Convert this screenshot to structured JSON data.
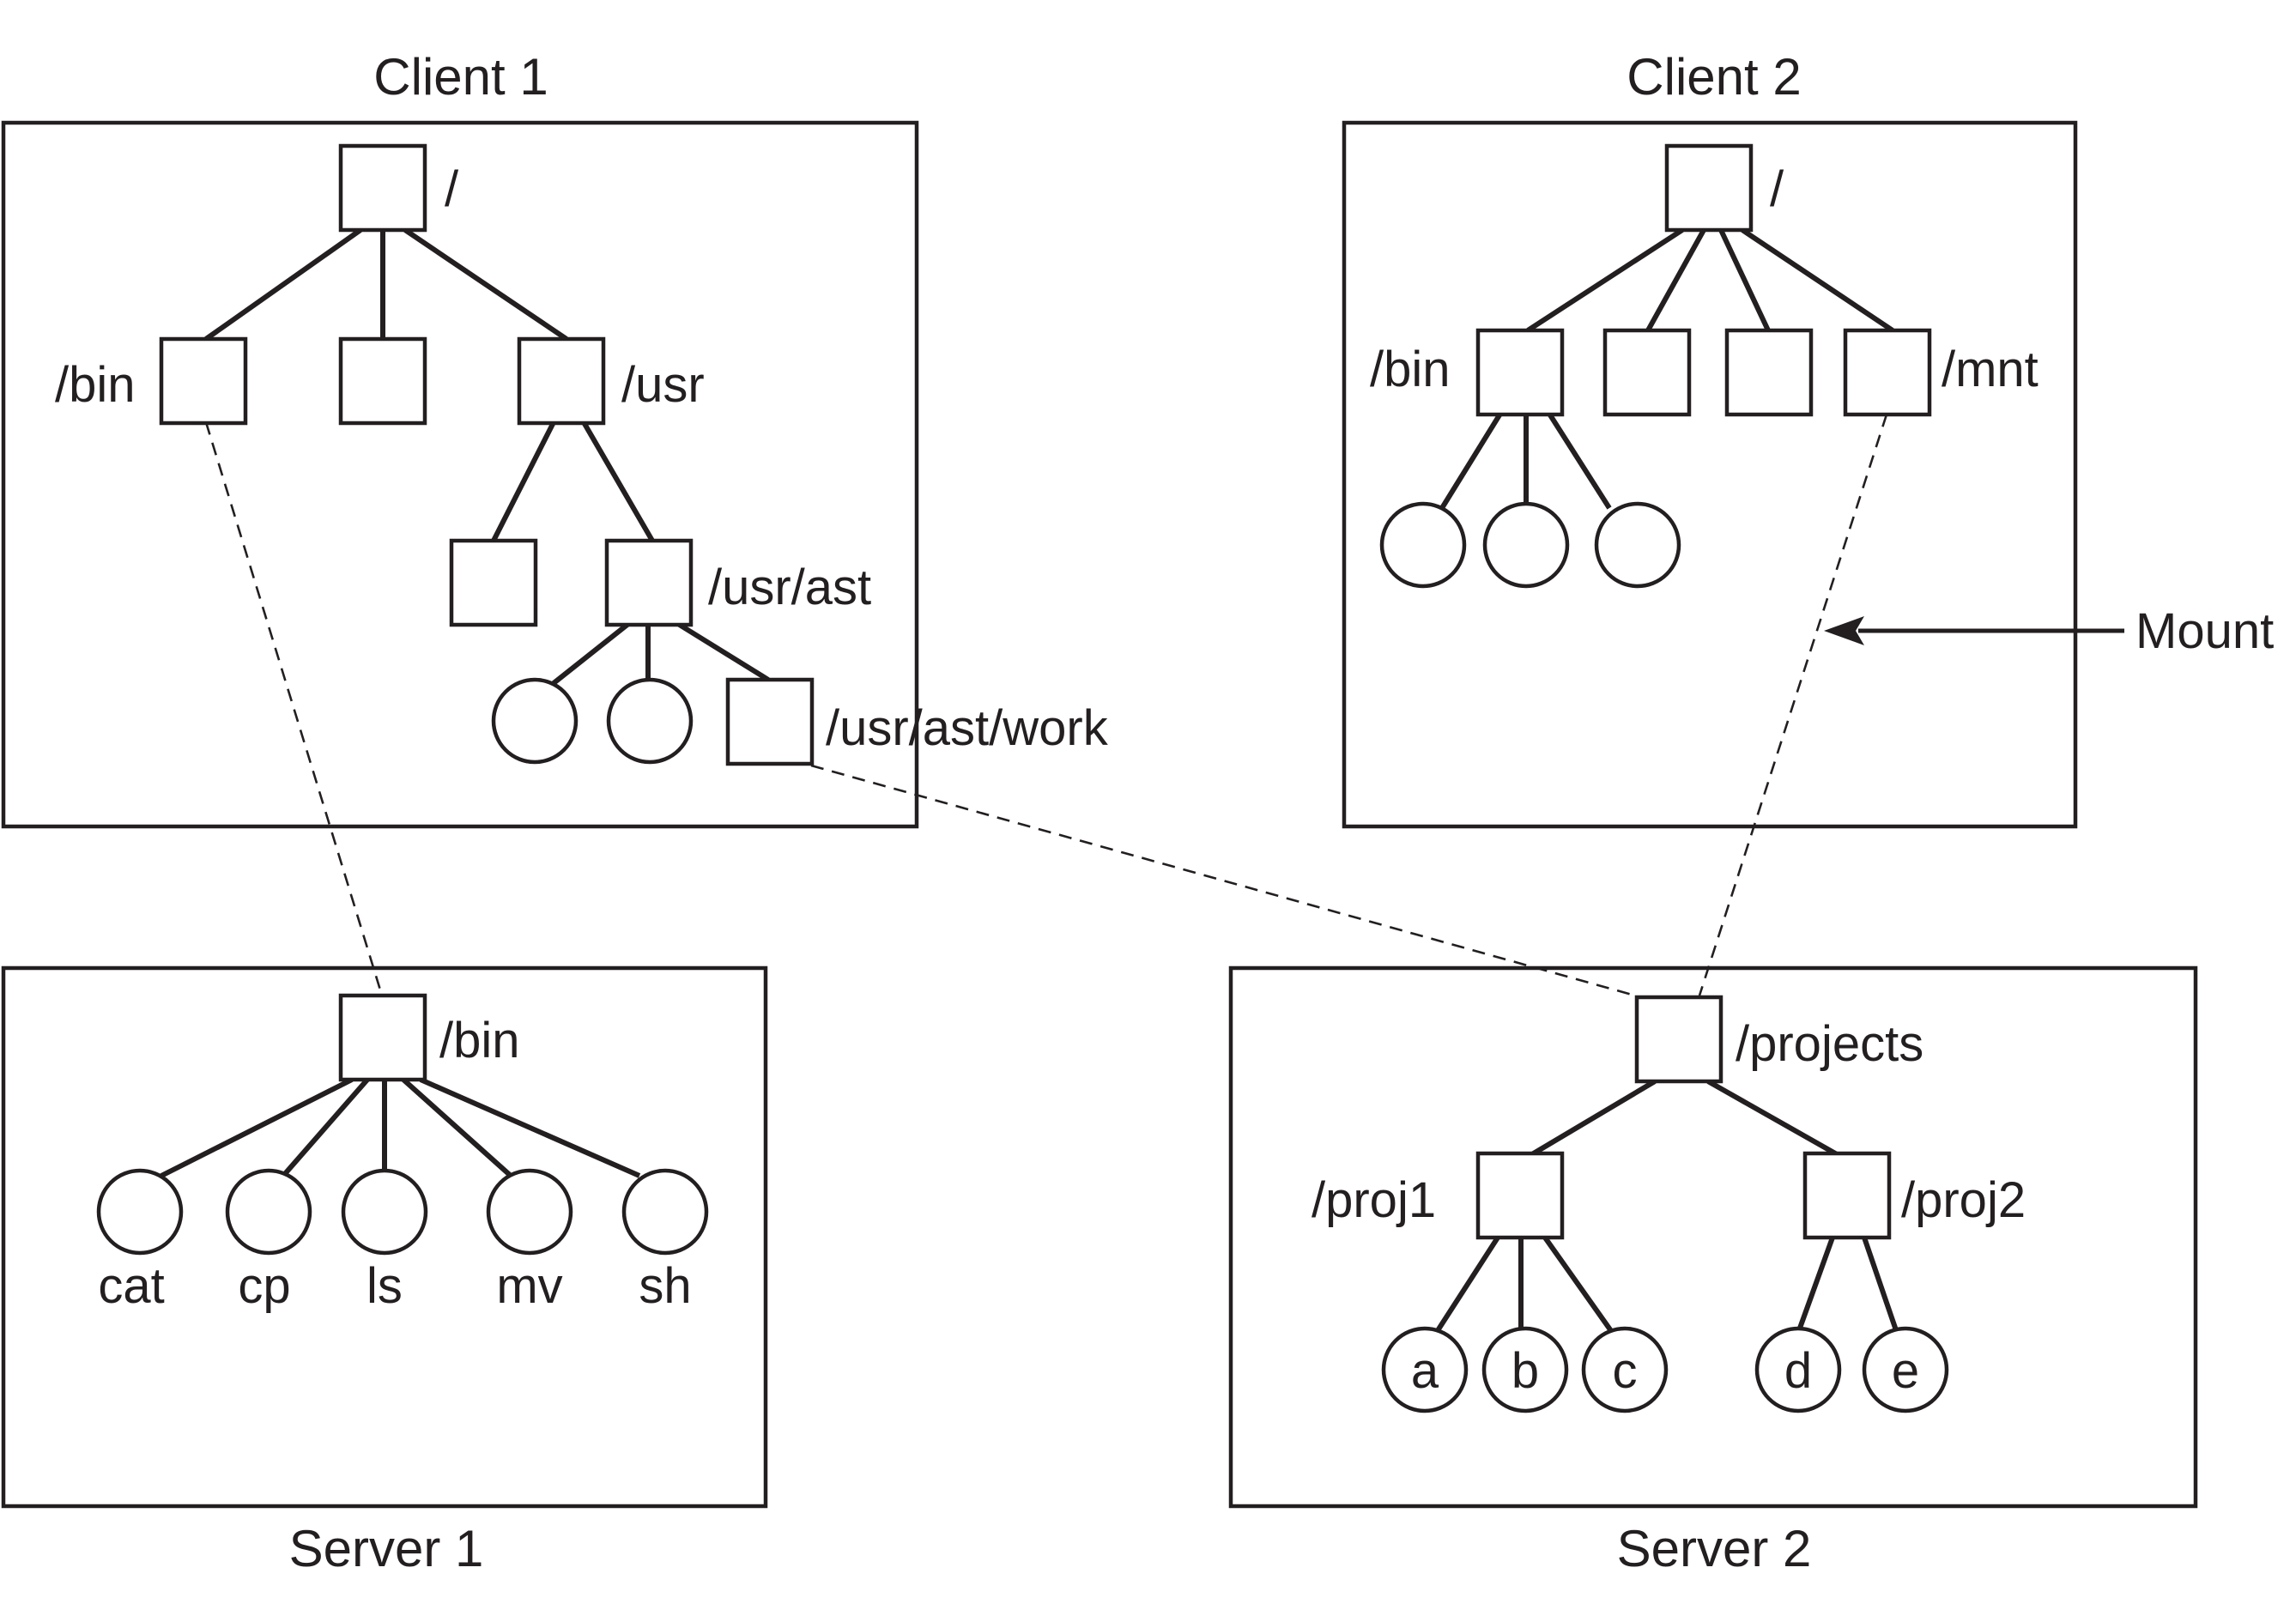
{
  "titles": {
    "client1": "Client 1",
    "client2": "Client 2",
    "server1": "Server 1",
    "server2": "Server 2"
  },
  "client1": {
    "root": "/",
    "bin": "/bin",
    "usr": "/usr",
    "usr_ast": "/usr/ast",
    "usr_ast_work": "/usr/ast/work"
  },
  "client2": {
    "root": "/",
    "bin": "/bin",
    "mnt": "/mnt"
  },
  "server1": {
    "bin": "/bin",
    "files": [
      "cat",
      "cp",
      "ls",
      "mv",
      "sh"
    ]
  },
  "server2": {
    "projects": "/projects",
    "proj1": "/proj1",
    "proj2": "/proj2",
    "files": [
      "a",
      "b",
      "c",
      "d",
      "e"
    ]
  },
  "mount_label": "Mount"
}
